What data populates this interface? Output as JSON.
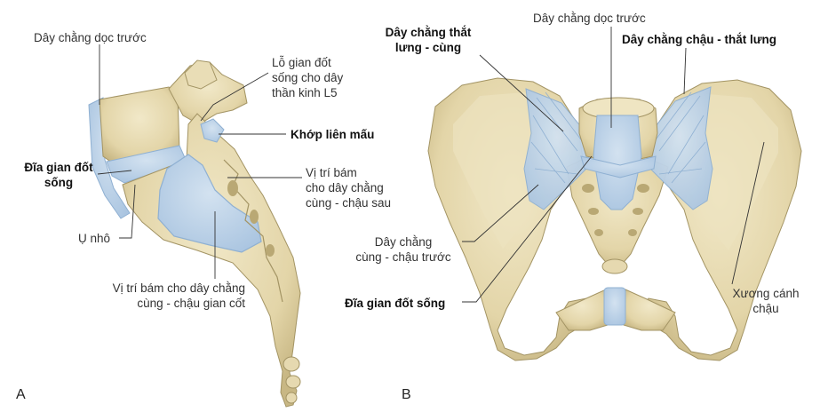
{
  "panels": {
    "a": "A",
    "b": "B"
  },
  "labels": {
    "a_anterior_longitudinal": "Dây chằng dọc trước",
    "a_foramen_1": "Lỗ gian đốt",
    "a_foramen_2": "sống cho dây",
    "a_foramen_3": "thần kinh L5",
    "a_zygapophyseal": "Khớp liên mấu",
    "a_disc_1": "Đĩa gian đốt",
    "a_disc_2": "sống",
    "a_post_sacroiliac_1": "Vị trí bám",
    "a_post_sacroiliac_2": "cho dây chằng",
    "a_post_sacroiliac_3": "cùng - chậu sau",
    "a_promontory": "Ụ nhô",
    "a_interosseous_1": "Vị trí bám cho dây chằng",
    "a_interosseous_2": "cùng - chậu gian cốt",
    "b_lumbosacral_1": "Dây chằng thắt",
    "b_lumbosacral_2": "lưng - cùng",
    "b_anterior_longitudinal": "Dây chằng dọc trước",
    "b_iliolumbar": "Dây chằng chậu - thắt lưng",
    "b_ant_sacroiliac_1": "Dây chằng",
    "b_ant_sacroiliac_2": "cùng - chậu trước",
    "b_disc": "Đĩa gian đốt sống",
    "b_iliac_wing_1": "Xương cánh",
    "b_iliac_wing_2": "chậu"
  },
  "colors": {
    "bone": "#e8dcb4",
    "bone_shade": "#c9b98a",
    "bone_edge": "#a39464",
    "ligament": "#b9d0e6",
    "ligament_edge": "#8fb0d2",
    "line": "#333333"
  }
}
